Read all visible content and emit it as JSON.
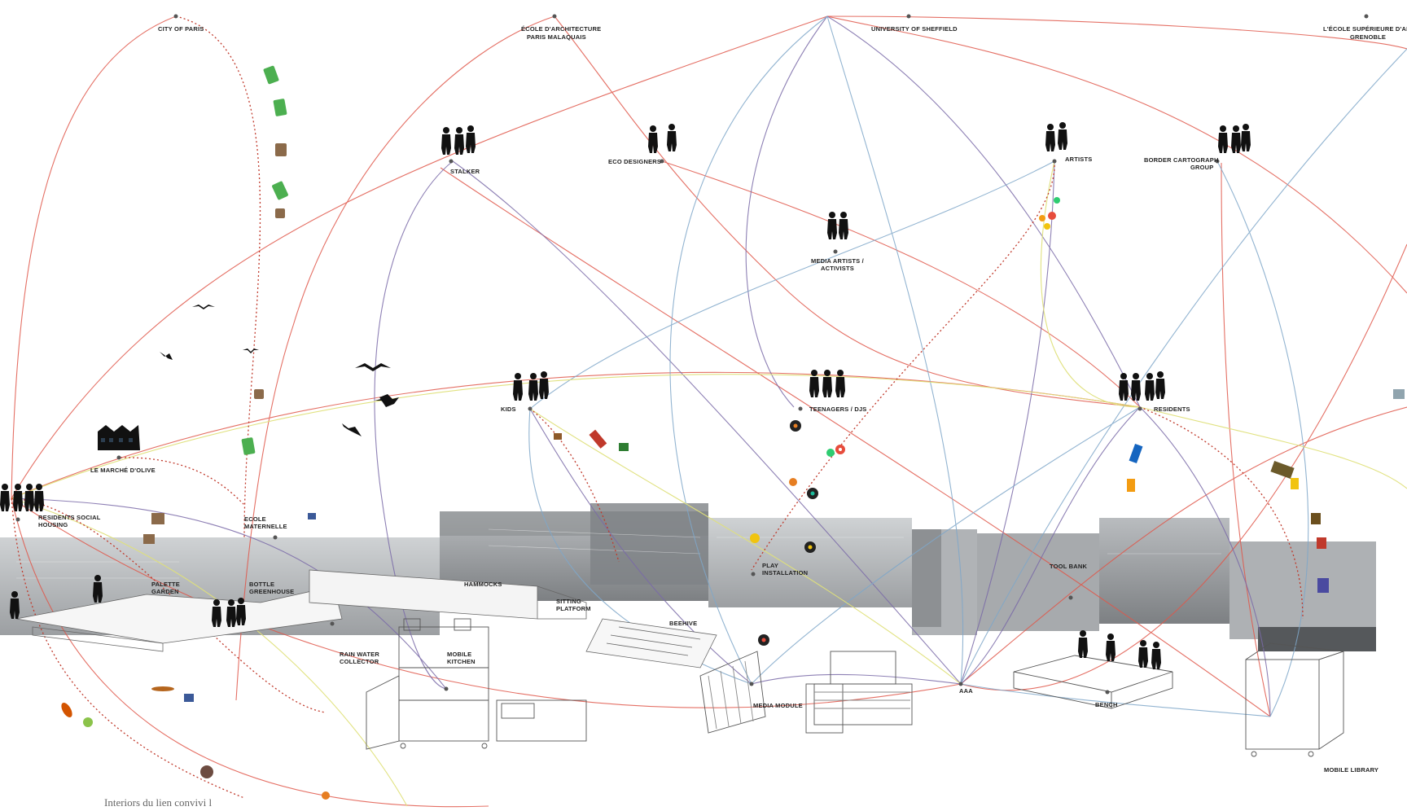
{
  "nodes": {
    "city_of_paris": "CITY OF PARIS",
    "ecole_archi_l1": "ÉCOLE D'ARCHITECTURE",
    "ecole_archi_l2": "PARIS MALAQUAIS",
    "sheffield": "UNIVERSITY OF SHEFFIELD",
    "grenoble_l1": "L'ÉCOLE SUPÉRIEURE D'ART",
    "grenoble_l2": "GRENOBLE",
    "stalker": "STALKER",
    "eco_designers": "ECO DESIGNERS",
    "artists": "ARTISTS",
    "border_l1": "BORDER CARTOGRAPH",
    "border_l2": "GROUP",
    "media_l1": "MEDIA ARTISTS /",
    "media_l2": "ACTIVISTS",
    "kids": "KIDS",
    "teenagers": "TEENAGERS / DJS",
    "residents": "RESIDENTS",
    "marche": "LE MARCHÉ D'OLIVE",
    "rsh_l1": "RESIDENTS SOCIAL",
    "rsh_l2": "HOUSING",
    "ecole_mat_l1": "ECOLE",
    "ecole_mat_l2": "MATERNELLE",
    "palette_l1": "PALETTE",
    "palette_l2": "GARDEN",
    "bottle_l1": "BOTTLE",
    "bottle_l2": "GREENHOUSE",
    "hammocks": "HAMMOCKS",
    "sitting_l1": "SITTING",
    "sitting_l2": "PLATFORM",
    "play_l1": "PLAY",
    "play_l2": "INSTALLATION",
    "tool_bank": "TOOL BANK",
    "beehive": "BEEHIVE",
    "rain_l1": "RAIN WATER",
    "rain_l2": "COLLECTOR",
    "mobile_kitchen_l1": "MOBILE",
    "mobile_kitchen_l2": "KITCHEN",
    "media_module": "MEDIA MODULE",
    "aaa": "AAA",
    "bench": "BENCH",
    "mobile_library": "MOBILE LIBRARY"
  },
  "caption": "Interiors du lien convivi l"
}
